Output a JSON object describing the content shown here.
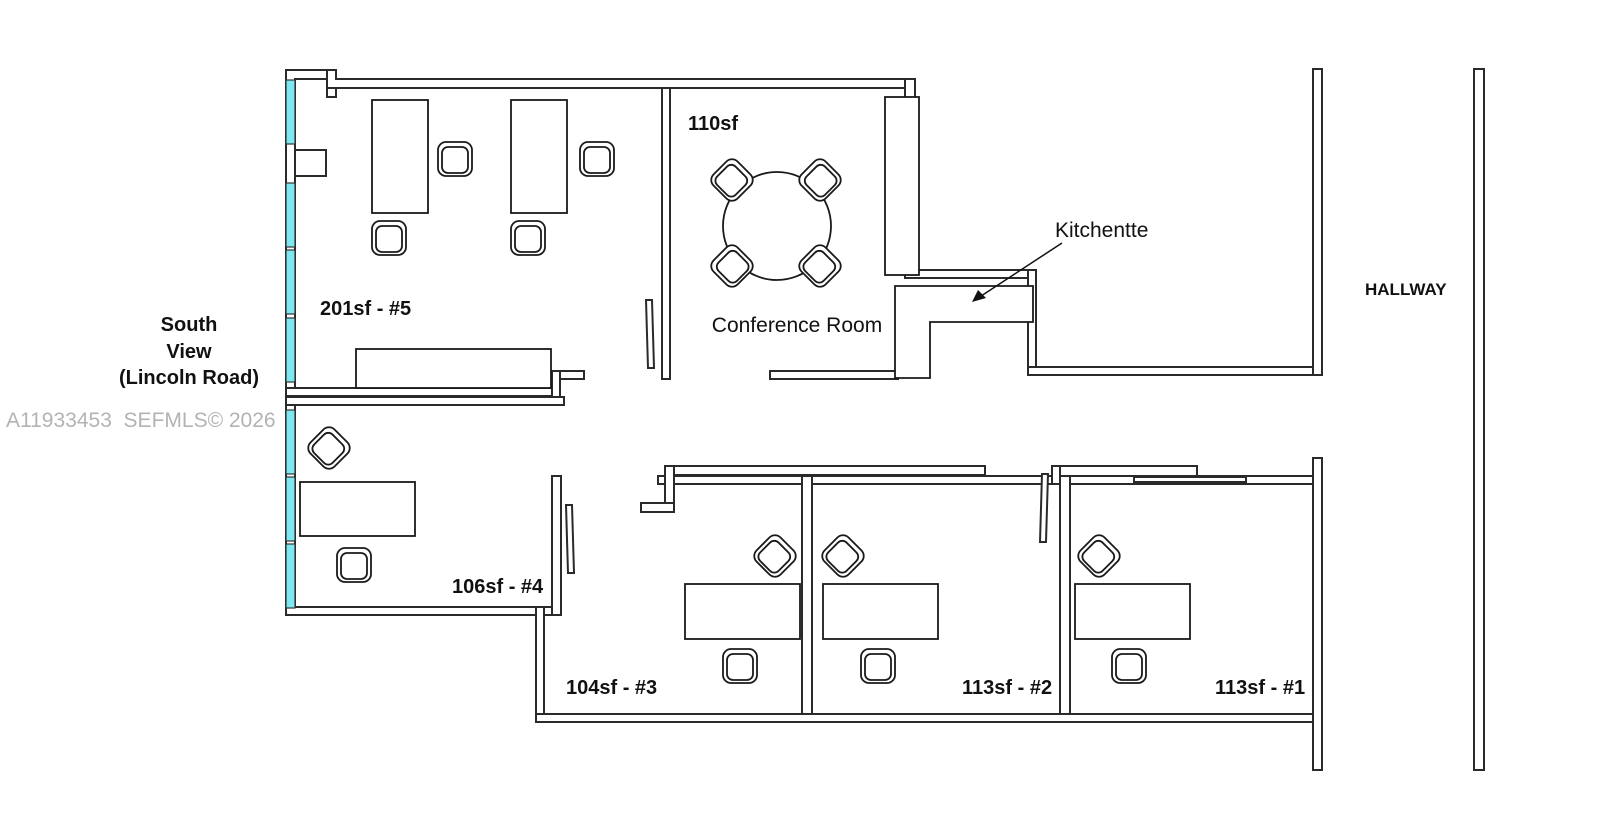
{
  "plan": {
    "rooms": {
      "office5": "201sf - #5",
      "conference_area": "110sf",
      "conference_name": "Conference Room",
      "office4": "106sf - #4",
      "office3": "104sf - #3",
      "office2": "113sf - #2",
      "office1": "113sf - #1"
    },
    "labels": {
      "kitchenette": "Kitchentte",
      "hallway": "HALLWAY",
      "view_line1": "South",
      "view_line2": "View",
      "view_line3": "(Lincoln Road)"
    },
    "watermark": "A11933453  SEFMLS© 2026",
    "colors": {
      "window": "#7de8f0",
      "wall": "#2a2a2a"
    }
  }
}
